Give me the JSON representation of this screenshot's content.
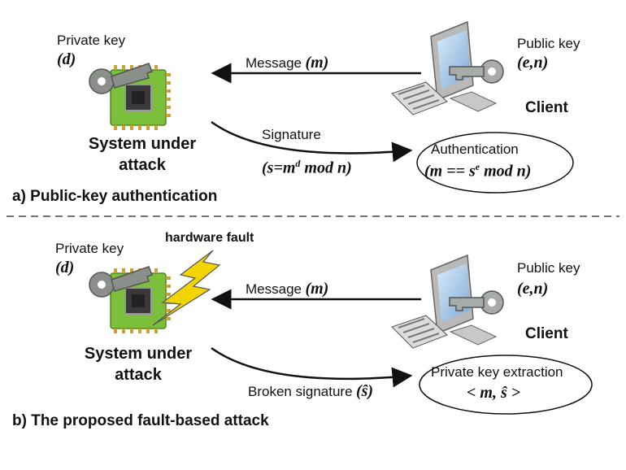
{
  "panel_a": {
    "private_key_label": "Private key",
    "private_key_var": "(d)",
    "system_label_line1": "System under",
    "system_label_line2": "attack",
    "public_key_label": "Public key",
    "public_key_var": "(e,n)",
    "client_label": "Client",
    "message_label": "Message",
    "message_var": "(m)",
    "signature_label": "Signature",
    "signature_formula_pre": "(s=m",
    "signature_formula_sup": "d",
    "signature_formula_post": " mod n)",
    "auth_label": "Authentication",
    "auth_formula_pre": "(m == s",
    "auth_formula_sup": "e",
    "auth_formula_post": " mod n)",
    "caption": "a) Public-key authentication"
  },
  "panel_b": {
    "private_key_label": "Private key",
    "private_key_var": "(d)",
    "fault_label": "hardware fault",
    "system_label_line1": "System under",
    "system_label_line2": "attack",
    "public_key_label": "Public key",
    "public_key_var": "(e,n)",
    "client_label": "Client",
    "message_label": "Message",
    "message_var": "(m)",
    "broken_label": "Broken signature",
    "broken_var": "(ŝ)",
    "extract_label": "Private key extraction",
    "extract_formula": "< m, ŝ >",
    "caption": "b) The proposed fault-based attack"
  },
  "colors": {
    "chip_green": "#7bbf3a",
    "chip_pins": "#c9a23a",
    "key_gray": "#8a8f8a",
    "bolt_yellow": "#f2d500",
    "monitor_blue": "#9fc4e8"
  }
}
